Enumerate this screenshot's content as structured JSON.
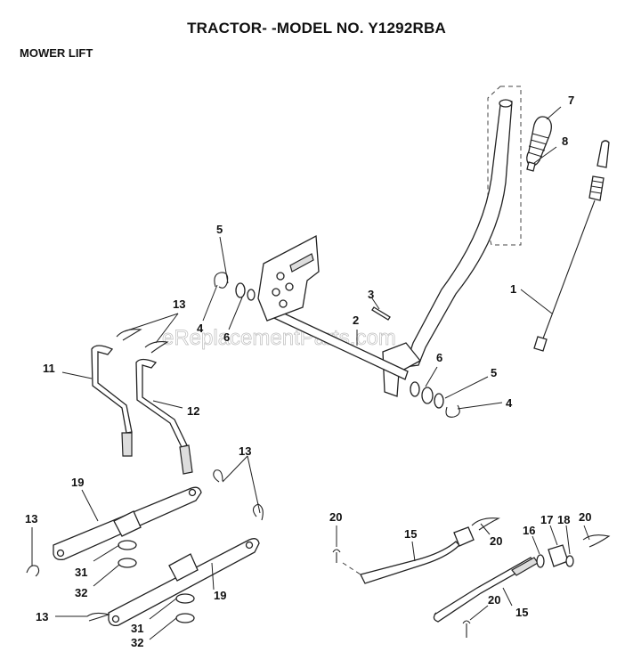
{
  "header": {
    "title": "TRACTOR- -MODEL NO. Y1292RBA",
    "subtitle": "MOWER LIFT"
  },
  "watermark": "eReplacementParts.com",
  "callouts": [
    {
      "id": "c1",
      "text": "1"
    },
    {
      "id": "c2",
      "text": "2"
    },
    {
      "id": "c3",
      "text": "3"
    },
    {
      "id": "c4a",
      "text": "4"
    },
    {
      "id": "c4b",
      "text": "4"
    },
    {
      "id": "c5a",
      "text": "5"
    },
    {
      "id": "c5b",
      "text": "5"
    },
    {
      "id": "c6a",
      "text": "6"
    },
    {
      "id": "c6b",
      "text": "6"
    },
    {
      "id": "c7",
      "text": "7"
    },
    {
      "id": "c8",
      "text": "8"
    },
    {
      "id": "c11",
      "text": "11"
    },
    {
      "id": "c12",
      "text": "12"
    },
    {
      "id": "c13a",
      "text": "13"
    },
    {
      "id": "c13b",
      "text": "13"
    },
    {
      "id": "c13c",
      "text": "13"
    },
    {
      "id": "c13d",
      "text": "13"
    },
    {
      "id": "c15a",
      "text": "15"
    },
    {
      "id": "c15b",
      "text": "15"
    },
    {
      "id": "c16",
      "text": "16"
    },
    {
      "id": "c17",
      "text": "17"
    },
    {
      "id": "c18",
      "text": "18"
    },
    {
      "id": "c19a",
      "text": "19"
    },
    {
      "id": "c19b",
      "text": "19"
    },
    {
      "id": "c20a",
      "text": "20"
    },
    {
      "id": "c20b",
      "text": "20"
    },
    {
      "id": "c20c",
      "text": "20"
    },
    {
      "id": "c20d",
      "text": "20"
    },
    {
      "id": "c31a",
      "text": "31"
    },
    {
      "id": "c31b",
      "text": "31"
    },
    {
      "id": "c32a",
      "text": "32"
    },
    {
      "id": "c32b",
      "text": "32"
    }
  ]
}
